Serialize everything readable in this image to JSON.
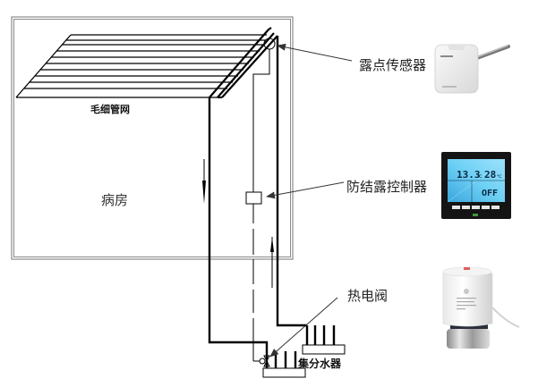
{
  "labels": {
    "capillary_network": "毛细管网",
    "room": "病房",
    "dew_point_sensor": "露点传感器",
    "anti_condensation_controller": "防结露控制器",
    "thermal_valve": "热电阀",
    "manifold": "集分水器"
  },
  "controller_display": {
    "temperature": "13.3",
    "temp_unit": "℃",
    "setpoint": "28",
    "setpoint_unit": "℃",
    "status": "OFF"
  },
  "colors": {
    "line": "#000000",
    "room_border": "#8a8a8a",
    "lcd_background": "#5fc8ef",
    "controller_bezel": "#111111",
    "leader_line": "#333333"
  }
}
